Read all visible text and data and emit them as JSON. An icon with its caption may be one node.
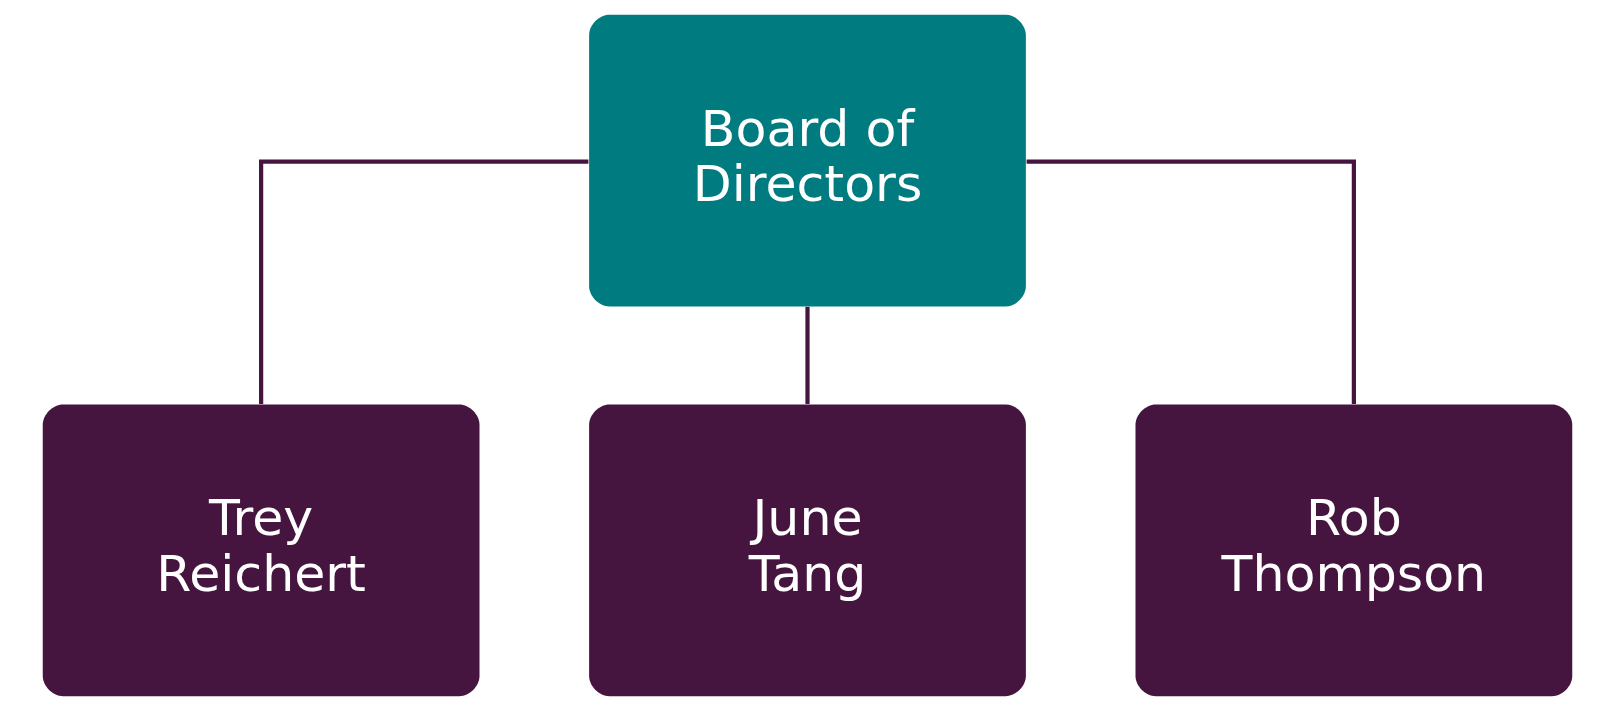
{
  "diagram": {
    "nodes": [
      {
        "text": [
          "Board of Directors"
        ]
      },
      {
        "text": [
          "Trey Reichert"
        ]
      },
      {
        "text": [
          "June Tang"
        ]
      },
      {
        "text": [
          "Rob Thompson"
        ]
      }
    ],
    "edges": [
      {
        "from": 0,
        "to": 1,
        "arrow": "none"
      },
      {
        "from": 0,
        "to": 2,
        "arrow": "none"
      },
      {
        "from": 0,
        "to": 3,
        "arrow": "none"
      }
    ]
  }
}
